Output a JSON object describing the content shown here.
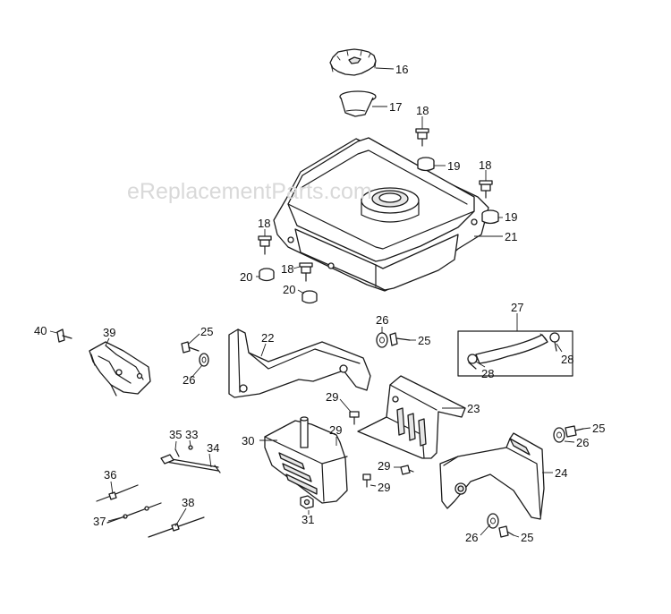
{
  "watermark": "eReplacementParts.com",
  "callouts": {
    "c16": "16",
    "c17": "17",
    "c18a": "18",
    "c19a": "19",
    "c18b": "18",
    "c19b": "19",
    "c21": "21",
    "c18c": "18",
    "c18d": "18",
    "c20a": "20",
    "c20b": "20",
    "c40": "40",
    "c39": "39",
    "c25a": "25",
    "c26a": "26",
    "c22": "22",
    "c26b": "26",
    "c25b": "25",
    "c27": "27",
    "c28a": "28",
    "c28b": "28",
    "c29a": "29",
    "c23": "23",
    "c29b": "29",
    "c30": "30",
    "c35": "35",
    "c33": "33",
    "c34": "34",
    "c25c": "25",
    "c26c": "26",
    "c29c": "29",
    "c29d": "29",
    "c24": "24",
    "c36": "36",
    "c31": "31",
    "c37": "37",
    "c38": "38",
    "c26d": "26",
    "c25d": "25"
  },
  "colors": {
    "ink": "#1a1a1a",
    "watermark": "#d9d9d9",
    "background": "#ffffff"
  }
}
